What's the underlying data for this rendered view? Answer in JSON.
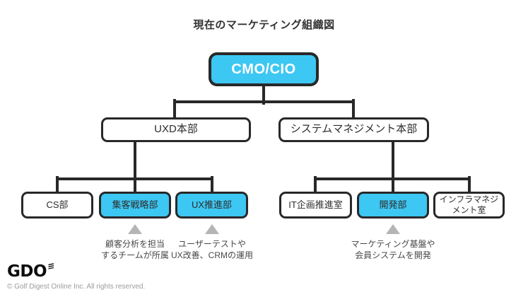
{
  "title": "現在のマーケティング組織図",
  "colors": {
    "accent": "#3DC7F3",
    "line": "#282828",
    "pointer": "#B5B5B5"
  },
  "nodes": {
    "cmo": {
      "label": "CMO/CIO"
    },
    "uxd": {
      "label": "UXD本部"
    },
    "sysmgmt": {
      "label": "システムマネジメント本部"
    },
    "cs": {
      "label": "CS部"
    },
    "attraction": {
      "label": "集客戦略部"
    },
    "uxpromo": {
      "label": "UX推進部"
    },
    "itplan": {
      "label": "IT企画推進室"
    },
    "dev": {
      "label": "開発部"
    },
    "infra": {
      "label": "インフラマネジメント室"
    }
  },
  "annotations": [
    {
      "line1": "顧客分析を担当",
      "line2": "するチームが所属"
    },
    {
      "line1": "ユーザーテストや",
      "line2": "UX改善、CRMの運用"
    },
    {
      "line1": "マーケティング基盤や",
      "line2": "会員システムを開発"
    }
  ],
  "footer": {
    "logo": "GDO",
    "copyright": "© Golf Digest Online Inc.  All rights reserved."
  }
}
